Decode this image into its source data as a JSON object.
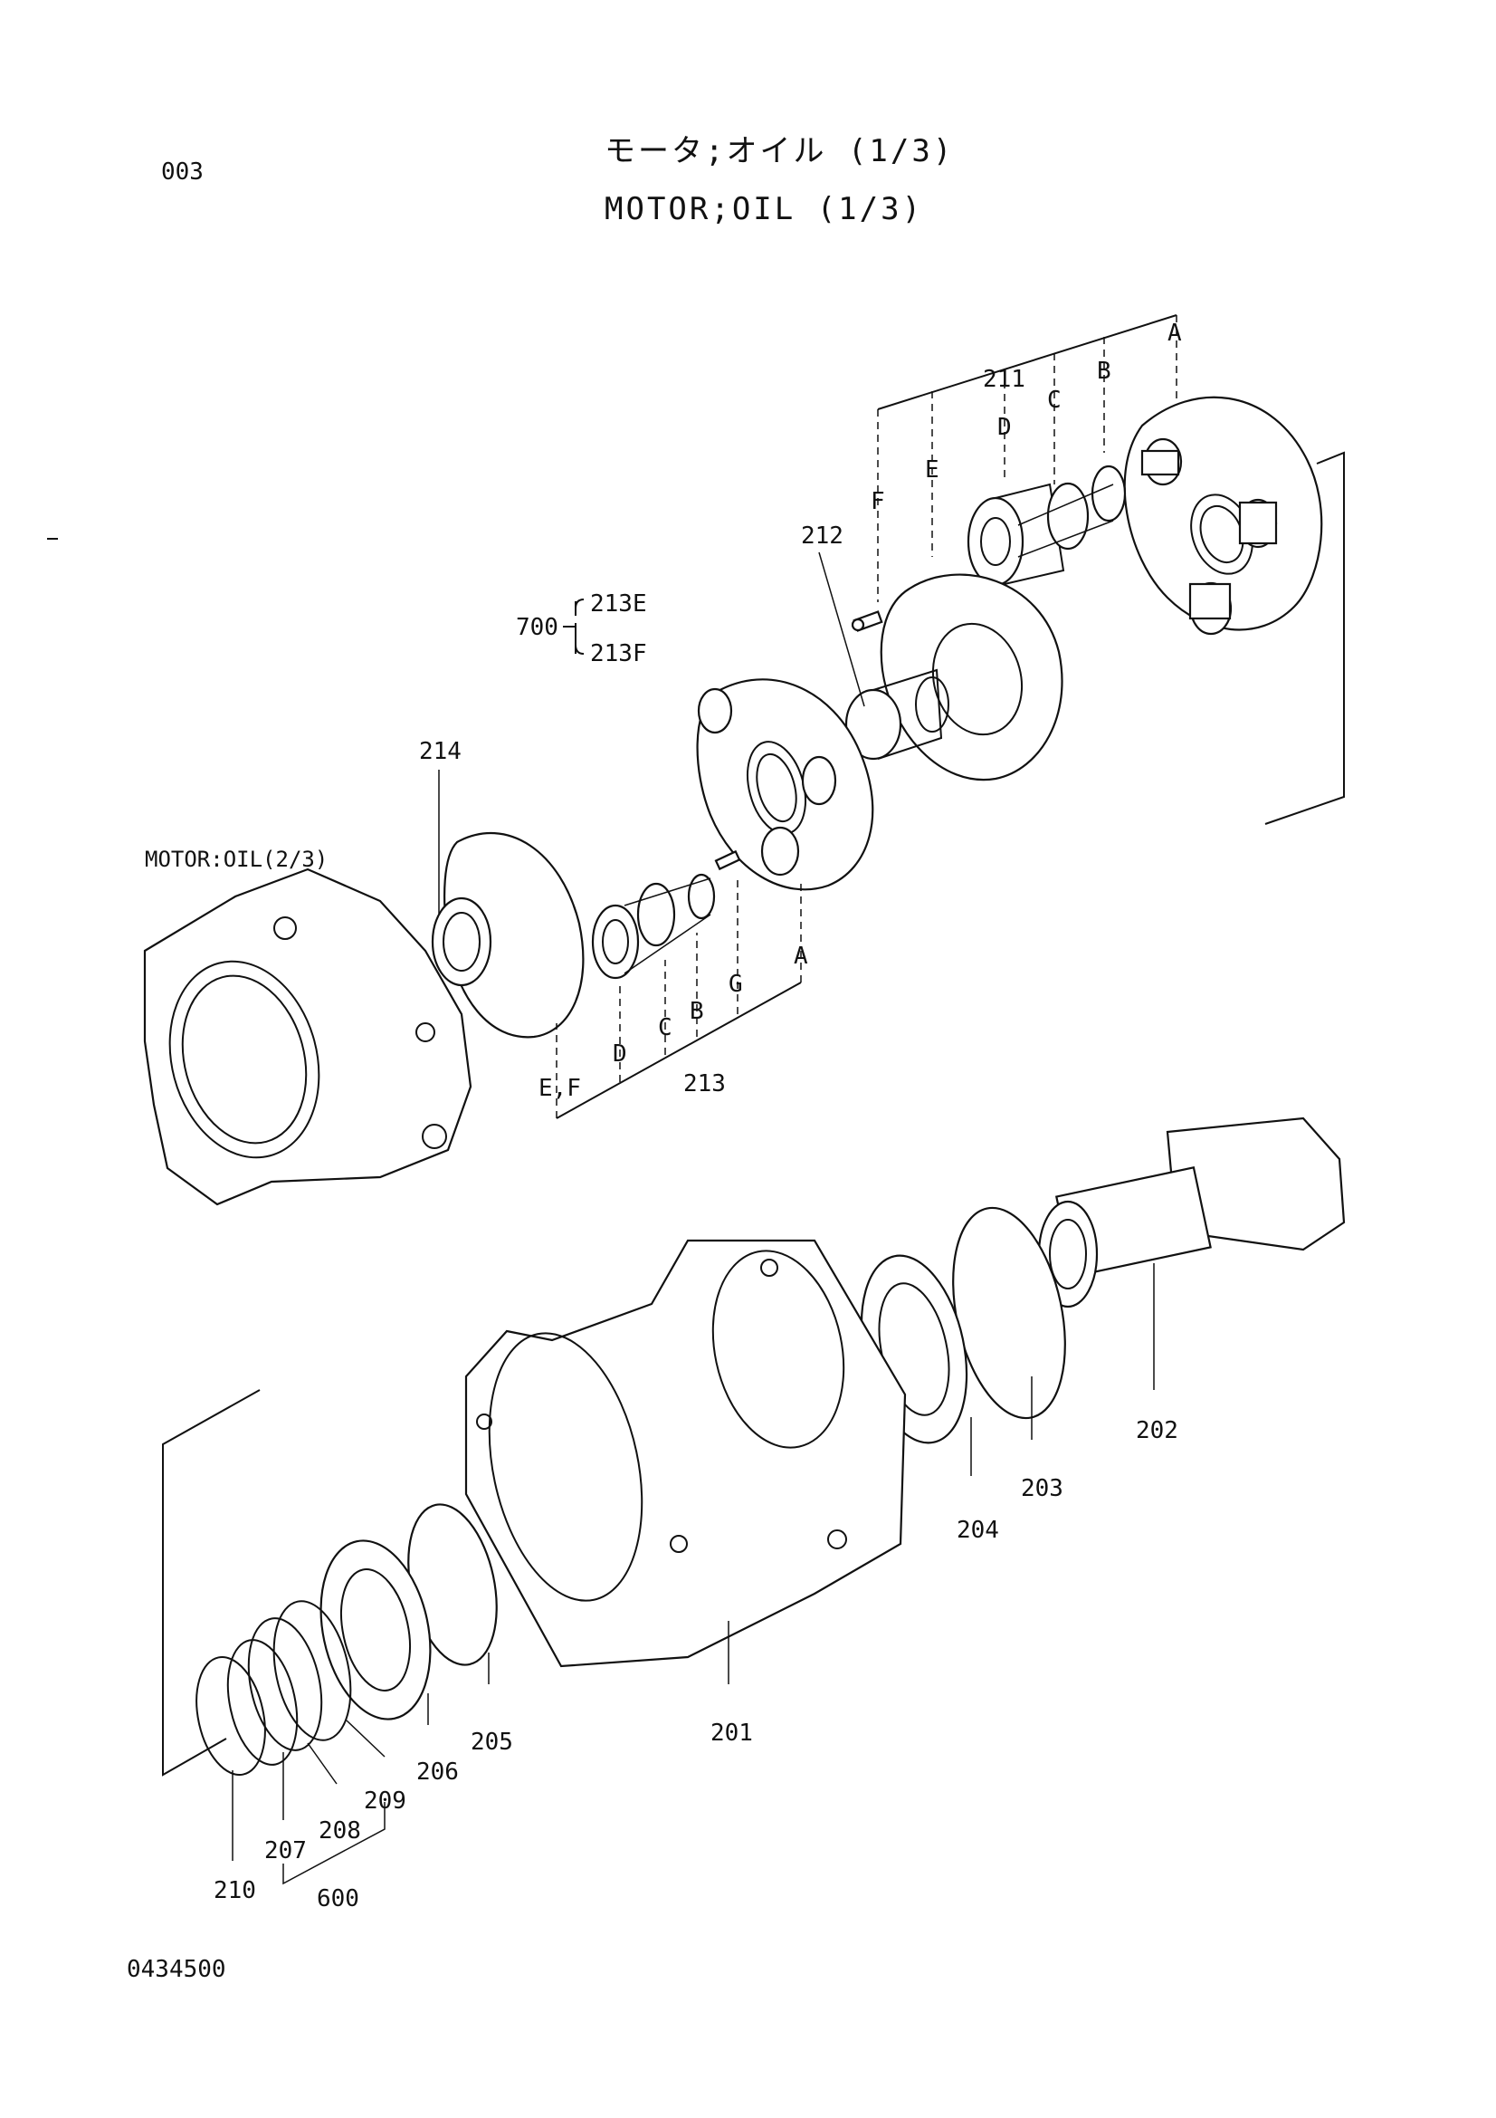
{
  "page": {
    "code": "003",
    "title_jp": "モータ;オイル (1/3)",
    "title_en": "MOTOR;OIL (1/3)",
    "footer_code": "0434500",
    "reference": "MOTOR:OIL(2/3)"
  },
  "callouts": {
    "c211": "211",
    "c212": "212",
    "c213": "213",
    "c213e": "213E",
    "c213f": "213F",
    "c214": "214",
    "c700": "700",
    "c201": "201",
    "c202": "202",
    "c203": "203",
    "c204": "204",
    "c205": "205",
    "c206": "206",
    "c207": "207",
    "c208": "208",
    "c209": "209",
    "c210": "210",
    "c600": "600"
  },
  "letters": {
    "a_top": "A",
    "b_top": "B",
    "c_top": "C",
    "d_top": "D",
    "e_top": "E",
    "f_top": "F",
    "a_mid": "A",
    "b_mid": "B",
    "c_mid": "C",
    "d_mid": "D",
    "ef_mid": "E,F",
    "g_mid": "G"
  }
}
